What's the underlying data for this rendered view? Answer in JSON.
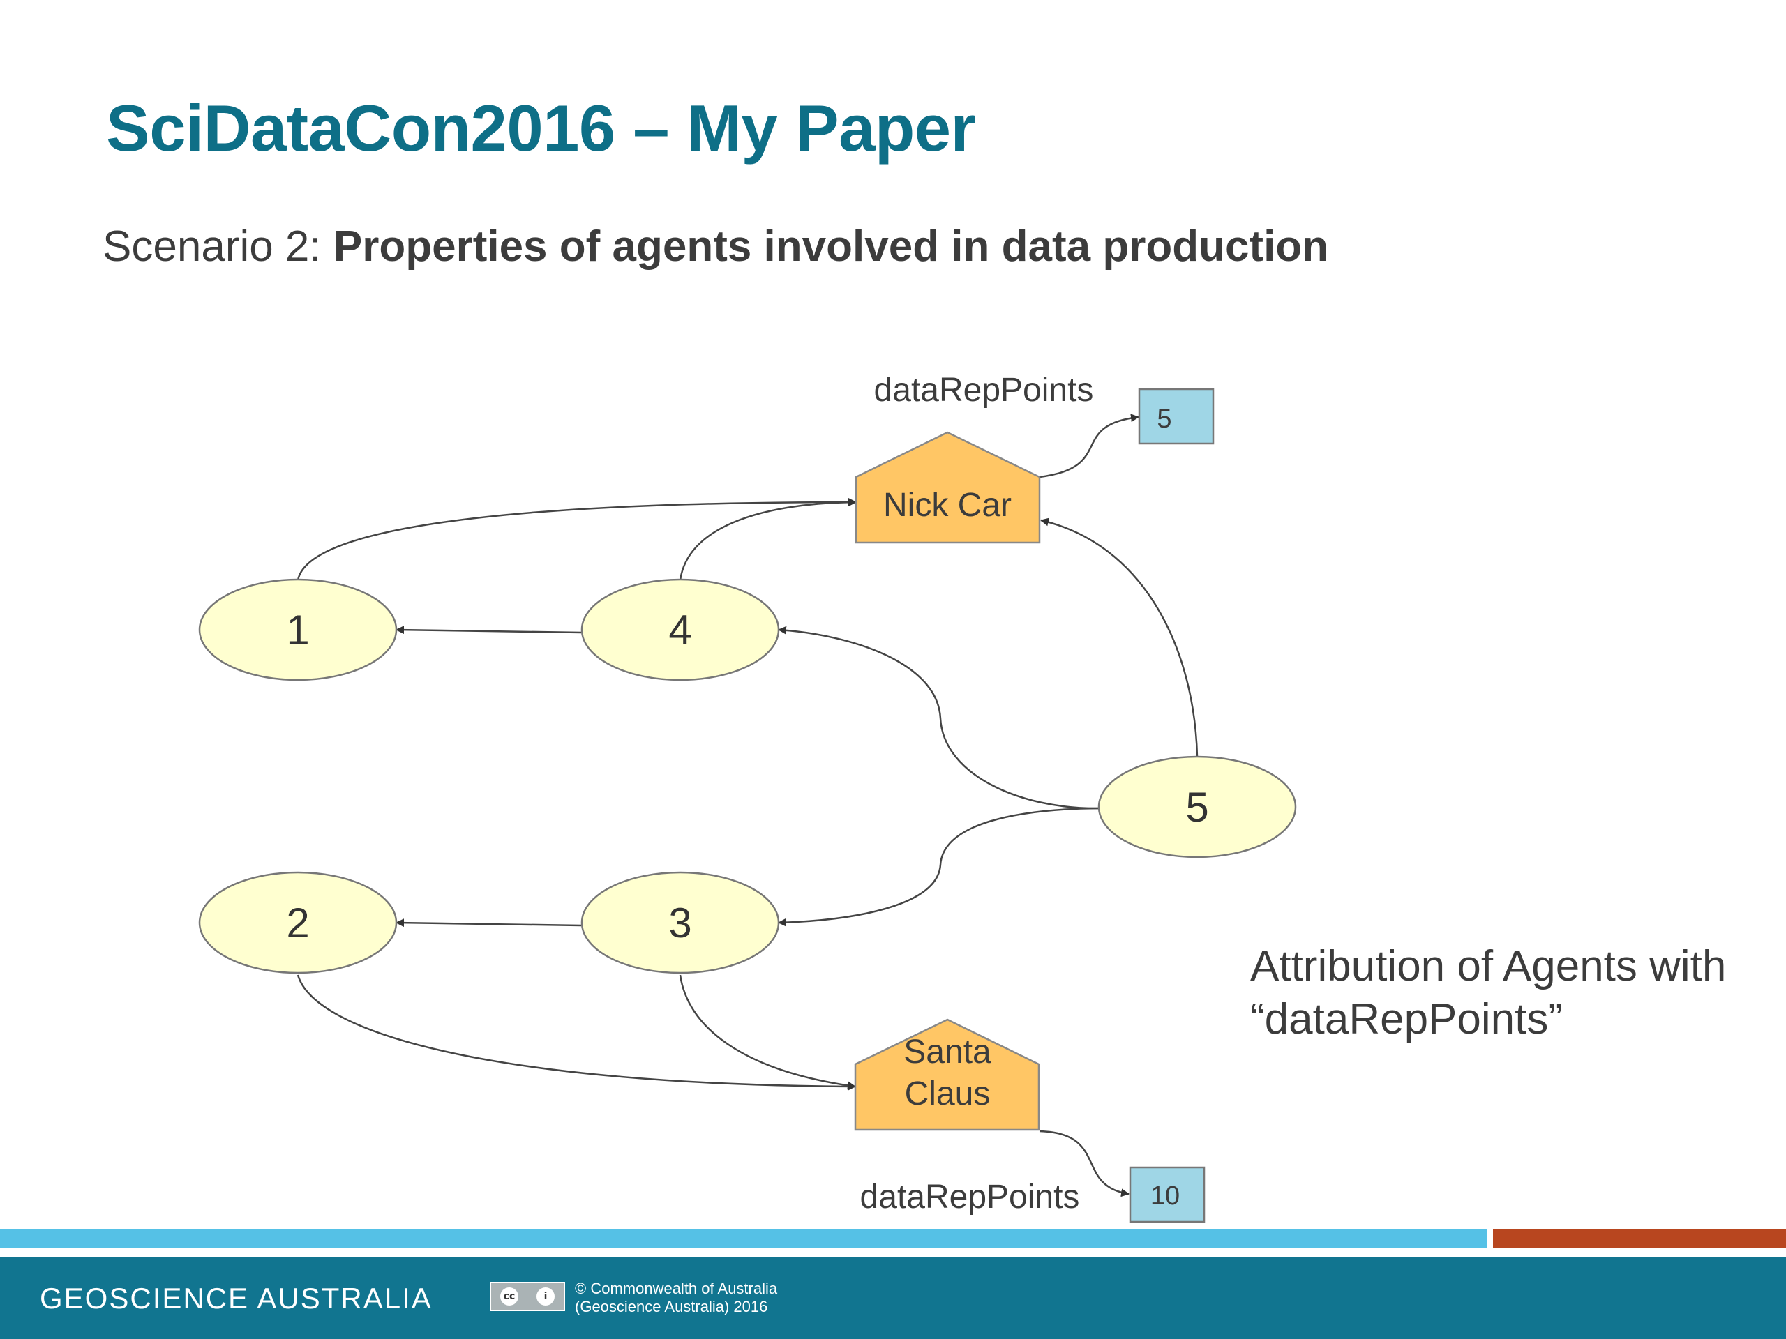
{
  "slide": {
    "title": "SciDataCon2016 – My Paper",
    "subtitle_prefix": "Scenario 2: ",
    "subtitle_bold": "Properties of agents involved in data production"
  },
  "diagram": {
    "ellipse_nodes": [
      {
        "id": "1",
        "label": "1"
      },
      {
        "id": "4",
        "label": "4"
      },
      {
        "id": "5",
        "label": "5"
      },
      {
        "id": "2",
        "label": "2"
      },
      {
        "id": "3",
        "label": "3"
      }
    ],
    "agents": [
      {
        "id": "nick",
        "label_lines": [
          "Nick Car"
        ]
      },
      {
        "id": "santa",
        "label_lines": [
          "Santa",
          "Claus"
        ]
      }
    ],
    "properties": [
      {
        "agent": "nick",
        "label": "dataRepPoints",
        "value": "5"
      },
      {
        "agent": "santa",
        "label": "dataRepPoints",
        "value": "10"
      }
    ],
    "edges": [
      {
        "from": "4",
        "to": "1"
      },
      {
        "from": "1",
        "to": "nick"
      },
      {
        "from": "4",
        "to": "nick"
      },
      {
        "from": "5",
        "to": "nick"
      },
      {
        "from": "5",
        "to": "4"
      },
      {
        "from": "5",
        "to": "3"
      },
      {
        "from": "3",
        "to": "2"
      },
      {
        "from": "2",
        "to": "santa"
      },
      {
        "from": "3",
        "to": "santa"
      }
    ],
    "colors": {
      "ellipse_fill": "#ffffd0",
      "agent_fill": "#ffc665",
      "value_box_fill": "#9fd6e6"
    }
  },
  "caption": {
    "line1": "Attribution of Agents with",
    "line2": "“dataRepPoints”"
  },
  "footer": {
    "brand": "GEOSCIENCE AUSTRALIA",
    "license_icon": "creative-commons-badge",
    "copyright_line1": "© Commonwealth of Australia",
    "copyright_line2": "(Geoscience Australia) 2016"
  }
}
